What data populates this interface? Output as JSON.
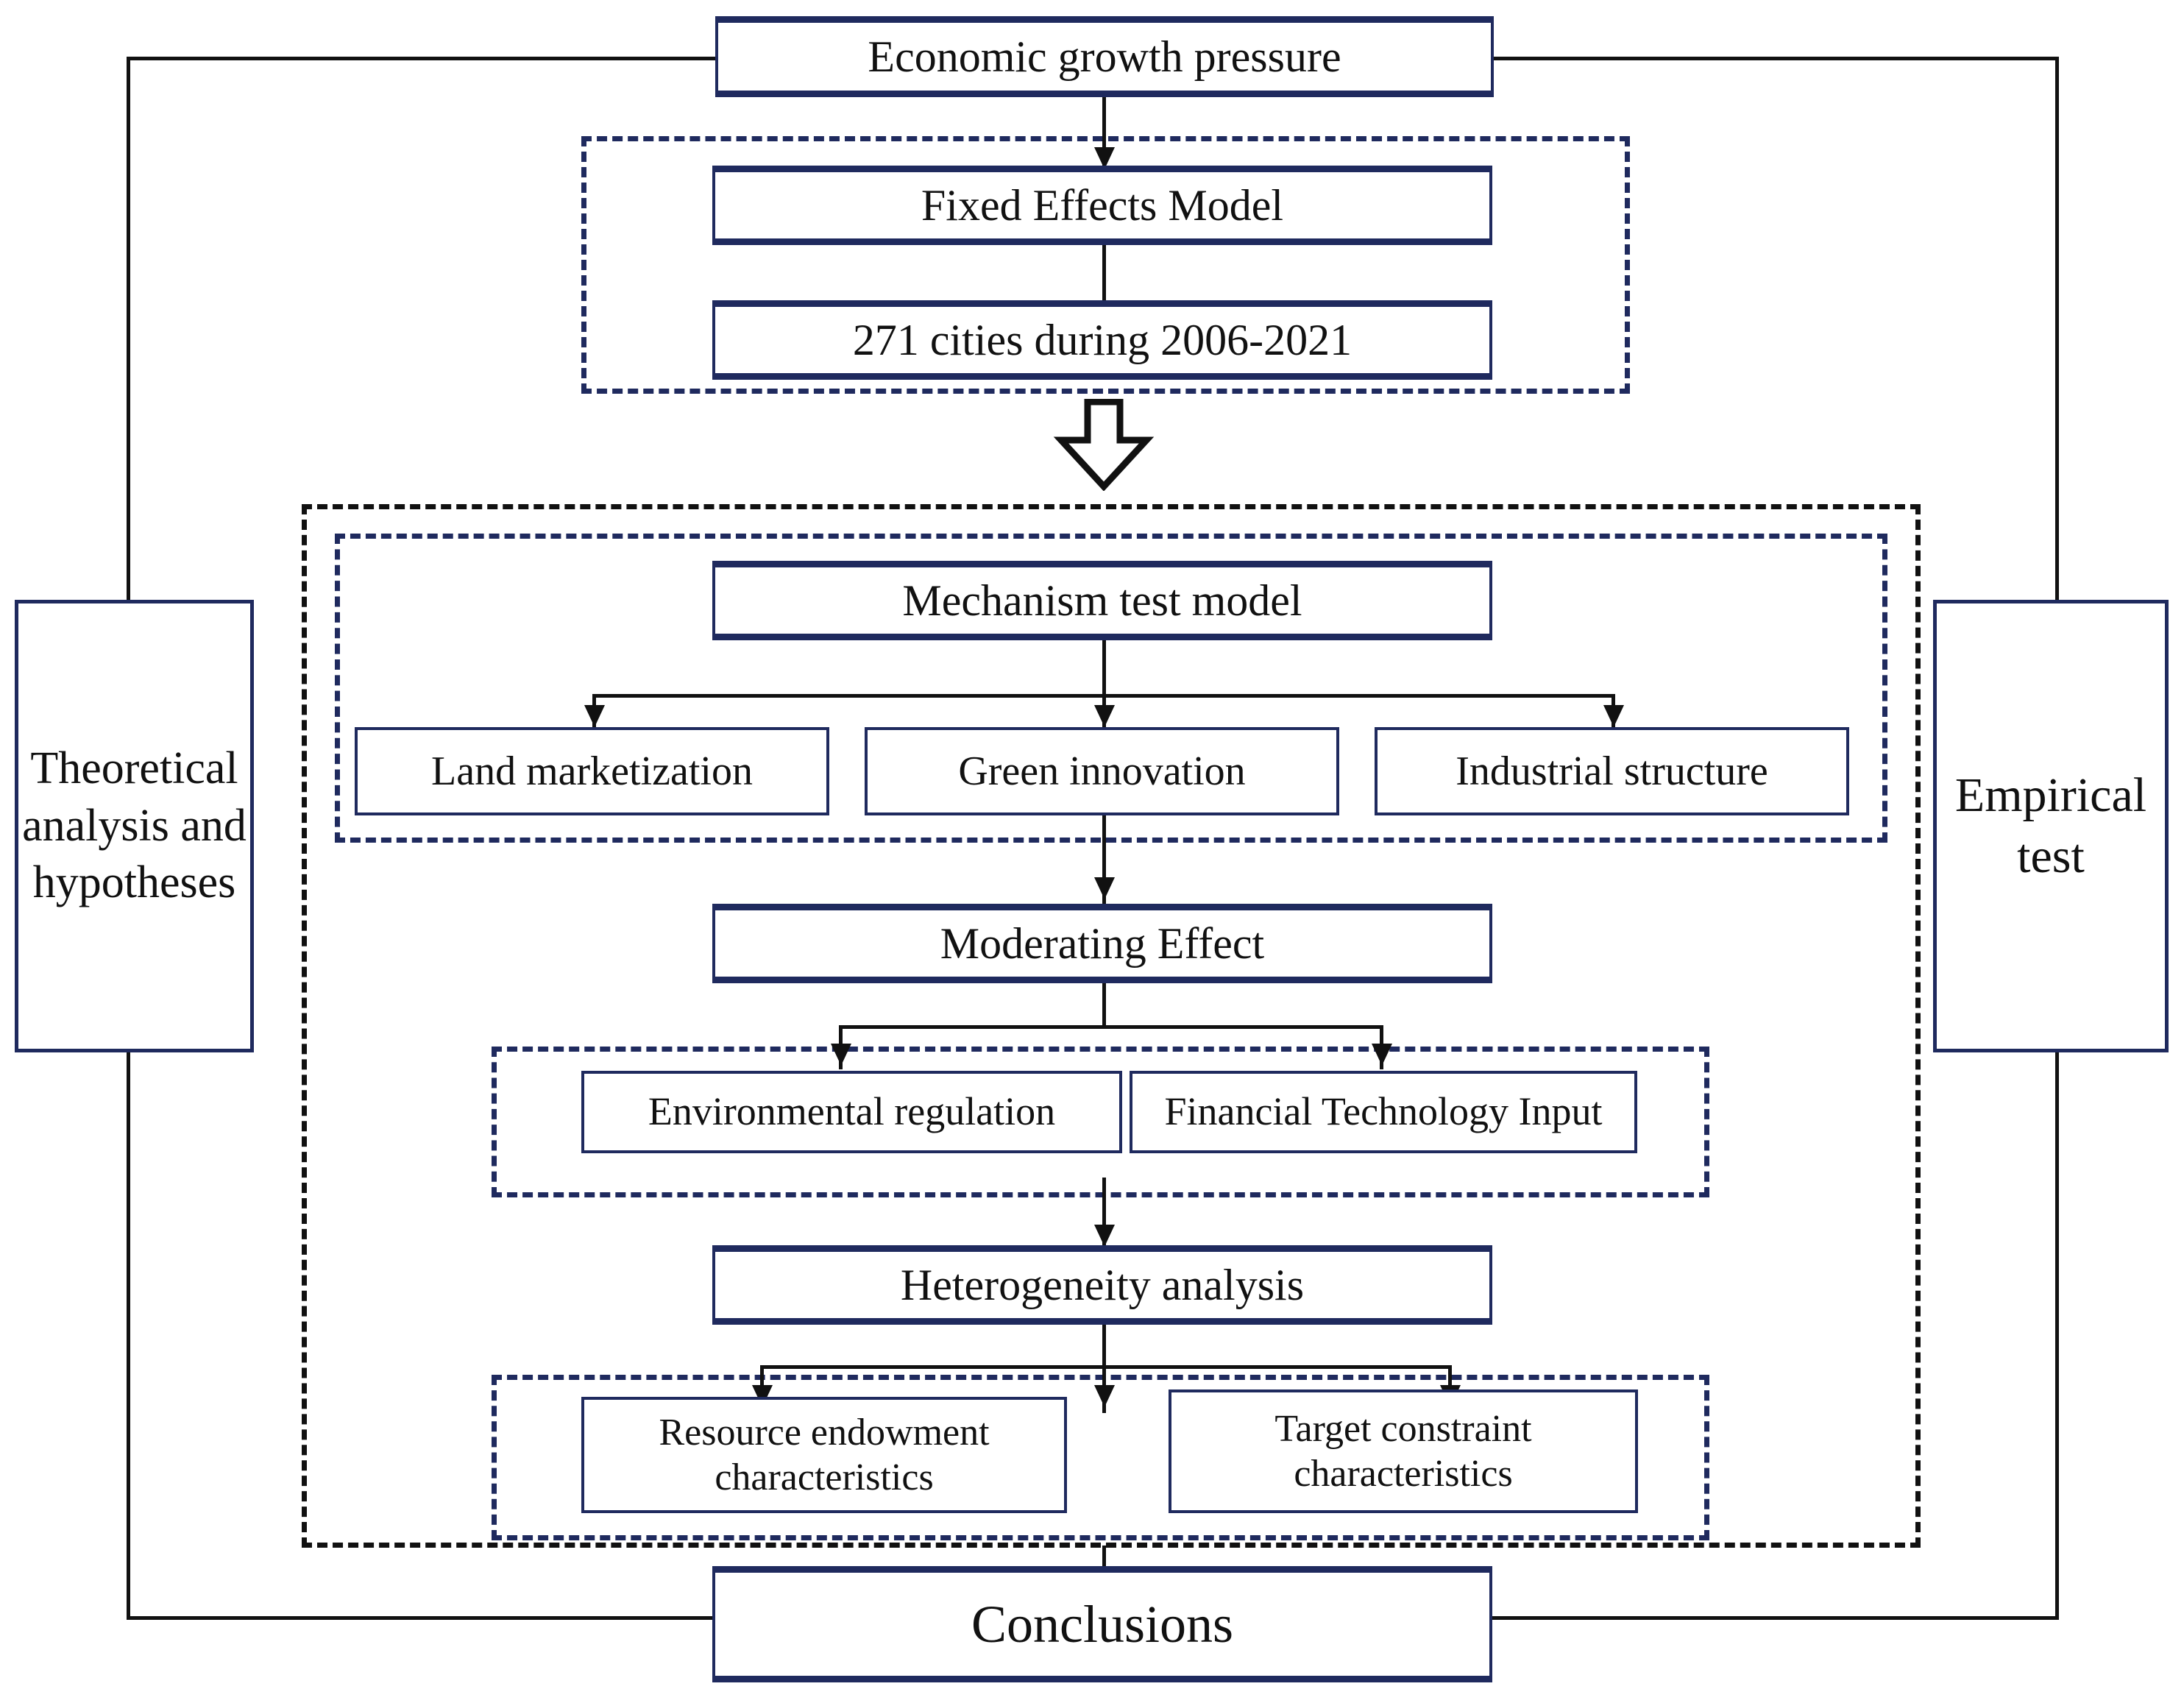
{
  "diagram": {
    "title": "Research framework flowchart",
    "colors": {
      "navy": "#1f2a5e",
      "black": "#111111",
      "background": "#ffffff"
    },
    "nodes": {
      "economic_growth_pressure": "Economic growth  pressure",
      "fixed_effects_model": "Fixed Effects Model",
      "cities_sample": "271 cities during 2006-2021",
      "mechanism_test_model": "Mechanism test model",
      "land_marketization": "Land marketization",
      "green_innovation": "Green innovation",
      "industrial_structure": "Industrial structure",
      "moderating_effect": "Moderating Effect",
      "environmental_regulation": "Environmental regulation",
      "financial_technology_input": "Financial Technology Input",
      "heterogeneity_analysis": "Heterogeneity analysis",
      "resource_endowment": "Resource endowment characteristics",
      "target_constraint": "Target constraint characteristics",
      "conclusions": "Conclusions"
    },
    "side_labels": {
      "left": "Theoretical analysis and hypotheses",
      "right": "Empirical test"
    }
  }
}
